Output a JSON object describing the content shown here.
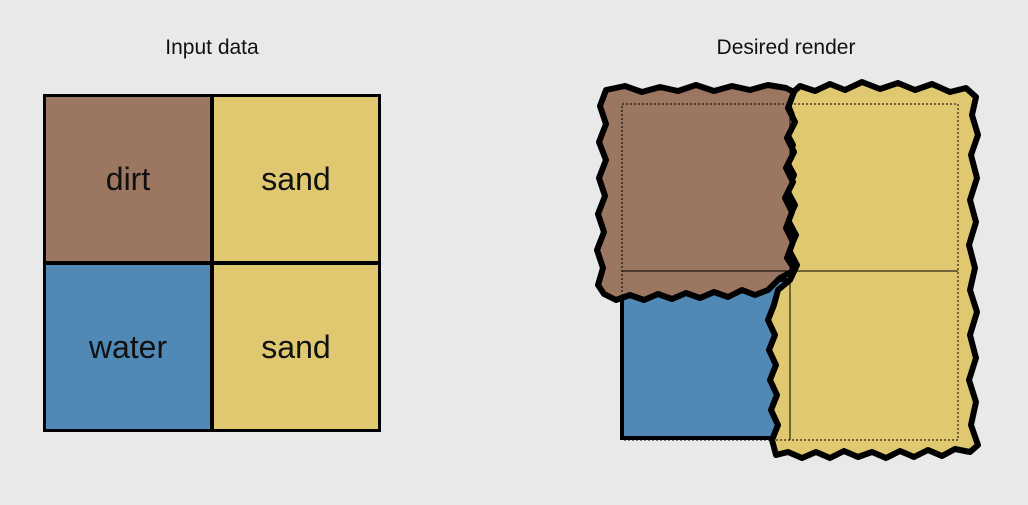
{
  "titles": {
    "input": "Input data",
    "render": "Desired render"
  },
  "cells": [
    {
      "label": "dirt",
      "color": "#9b7660"
    },
    {
      "label": "sand",
      "color": "#dfc86f"
    },
    {
      "label": "water",
      "color": "#5088b6"
    },
    {
      "label": "sand",
      "color": "#dfc86f"
    }
  ]
}
